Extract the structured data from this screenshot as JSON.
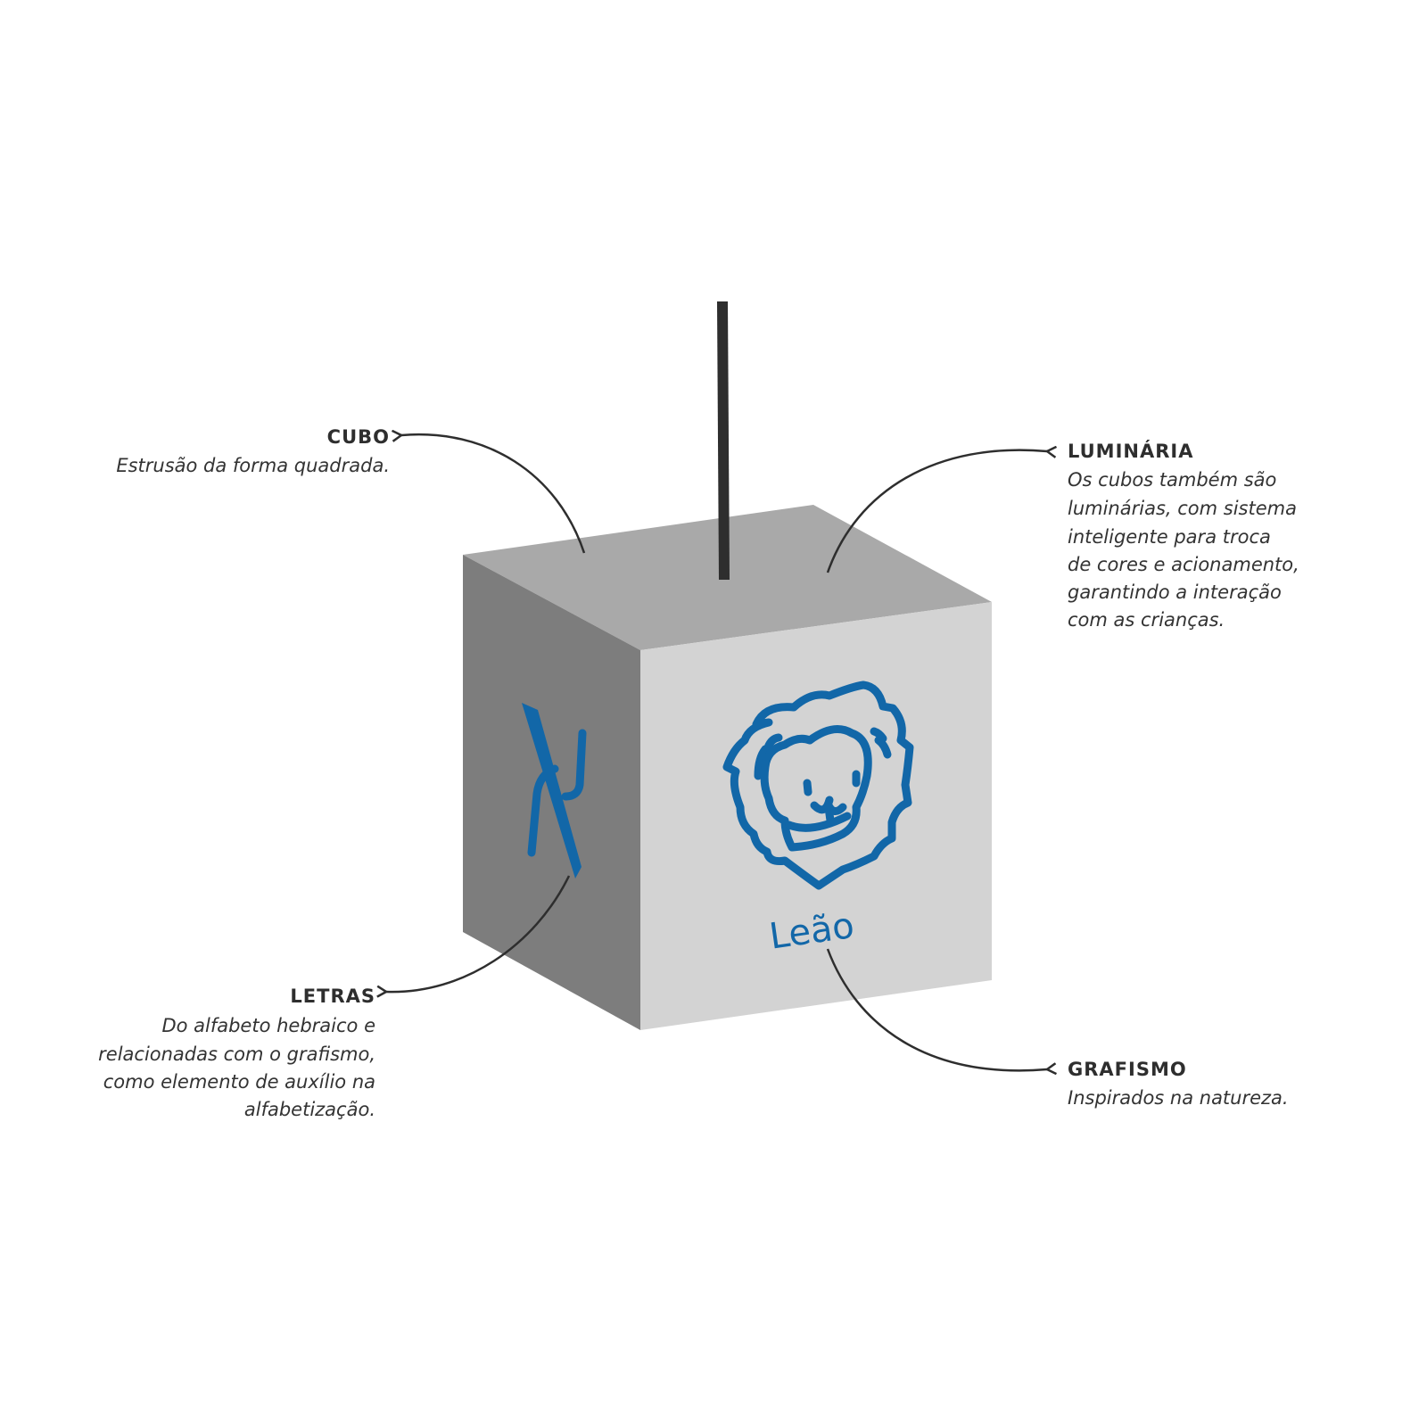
{
  "colors": {
    "accent": "#1267a8",
    "top_face": "#a9a9a9",
    "left_face": "#7d7d7d",
    "front_face": "#d3d3d3",
    "rod": "#2e2e2e"
  },
  "cube_label": "Leão",
  "callouts": {
    "cubo": {
      "title": "CUBO",
      "lines": [
        "Estrusão da forma quadrada."
      ]
    },
    "luminaria": {
      "title": "LUMINÁRIA",
      "lines": [
        "Os cubos também são",
        "luminárias, com sistema",
        "inteligente para troca",
        "de cores e acionamento,",
        "garantindo a interação",
        "com as crianças."
      ]
    },
    "letras": {
      "title": "LETRAS",
      "lines": [
        "Do alfabeto hebraico e",
        "relacionadas com o grafismo,",
        "como elemento de auxílio na",
        "alfabetização."
      ]
    },
    "grafismo": {
      "title": "GRAFISMO",
      "lines": [
        "Inspirados na natureza."
      ]
    }
  }
}
